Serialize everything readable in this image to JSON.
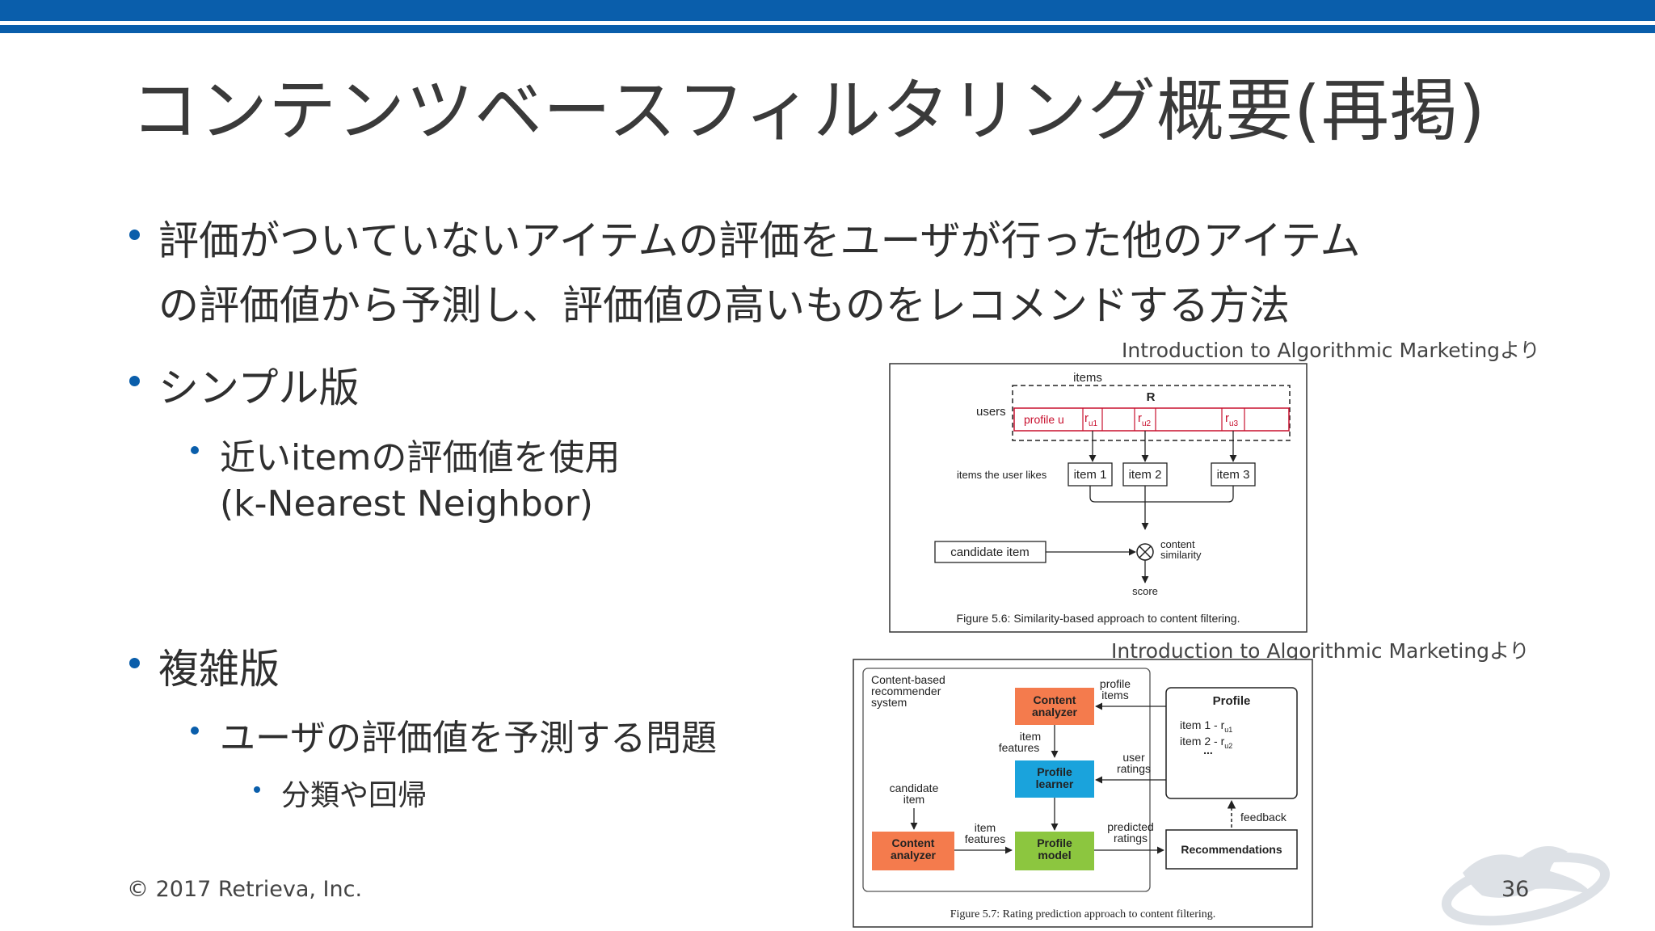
{
  "slide": {
    "title": "コンテンツベースフィルタリング概要(再掲)",
    "bullets": {
      "b1_line1": "評価がついていないアイテムの評価をユーザが行った他のアイテム",
      "b1_line2": "の評価値から予測し、評価値の高いものをレコメンドする方法",
      "b2": "シンプル版",
      "b2_sub_line1": "近いitemの評価値を使用",
      "b2_sub_line2": "(k-Nearest Neighbor)",
      "b3": "複雑版",
      "b3_sub": "ユーザの評価値を予測する問題",
      "b3_subsub": "分類や回帰"
    },
    "source1": "Introduction to Algorithmic Marketingより",
    "source2": "Introduction to Algorithmic Marketingより",
    "copyright": "© 2017 Retrieva, Inc.",
    "page_number": "36"
  },
  "figure1": {
    "items_label": "items",
    "matrix_label": "R",
    "users_label": "users",
    "profile_u": "profile u",
    "r_u1": "r",
    "r_u1_sub": "u1",
    "r_u2": "r",
    "r_u2_sub": "u2",
    "r_u3": "r",
    "r_u3_sub": "u3",
    "items_user_likes": "items the user likes",
    "item1": "item 1",
    "item2": "item 2",
    "item3": "item 3",
    "candidate_item": "candidate item",
    "content_line1": "content",
    "content_line2": "similarity",
    "score": "score",
    "caption": "Figure 5.6: Similarity-based approach to content filtering."
  },
  "figure2": {
    "system_line1": "Content-based",
    "system_line2": "recommender",
    "system_line3": "system",
    "content_analyzer_top_line1": "Content",
    "content_analyzer_top_line2": "analyzer",
    "profile_items_line1": "profile",
    "profile_items_line2": "items",
    "profile_title": "Profile",
    "profile_item1": "item 1 - r",
    "profile_item1_sub": "u1",
    "profile_item2": "item 2 - r",
    "profile_item2_sub": "u2",
    "profile_more": "...",
    "item_features_top_line1": "item",
    "item_features_top_line2": "features",
    "user_ratings_line1": "user",
    "user_ratings_line2": "ratings",
    "profile_learner_line1": "Profile",
    "profile_learner_line2": "learner",
    "candidate_item_line1": "candidate",
    "candidate_item_line2": "item",
    "feedback": "feedback",
    "item_features_bottom_line1": "item",
    "item_features_bottom_line2": "features",
    "predicted_ratings_line1": "predicted",
    "predicted_ratings_line2": "ratings",
    "content_analyzer_bottom_line1": "Content",
    "content_analyzer_bottom_line2": "analyzer",
    "profile_model_line1": "Profile",
    "profile_model_line2": "model",
    "recommendations": "Recommendations",
    "caption": "Figure 5.7: Rating prediction approach to content filtering."
  },
  "colors": {
    "header_bar": "#0a5eab",
    "bullet": "#0a5eab",
    "matrix_red": "#c8102e",
    "orange_box": "#f47b4d",
    "blue_box": "#1aa3dc",
    "green_box": "#8cc63f"
  }
}
